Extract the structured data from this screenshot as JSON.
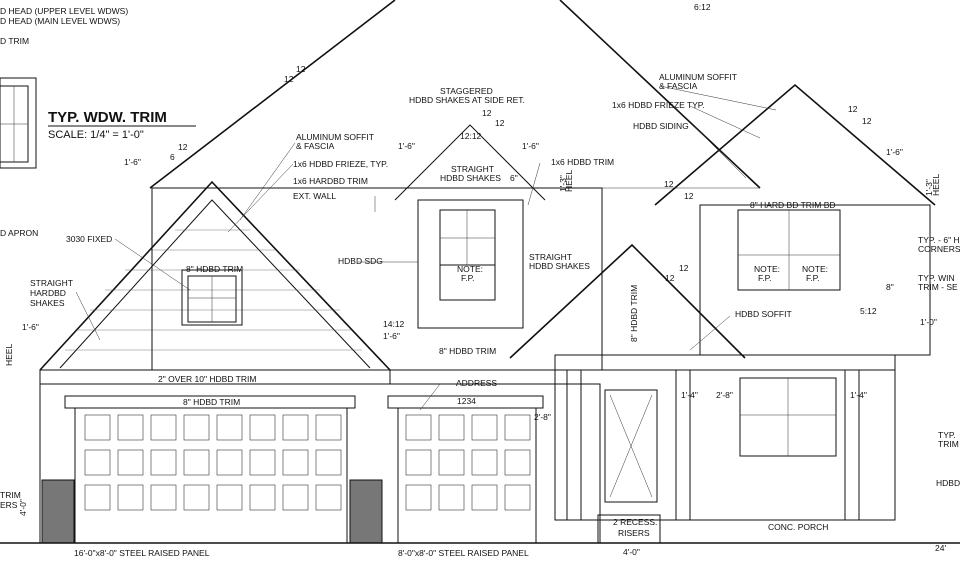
{
  "drawing": {
    "title": "TYP. WDW. TRIM",
    "scale": "SCALE: 1/4\" = 1'-0\"",
    "top_notes": [
      "D HEAD (UPPER LEVEL WDWS)",
      "D HEAD (MAIN LEVEL WDWS)",
      "D TRIM"
    ],
    "labels": {
      "pitch_6_12": "6:12",
      "apron": "D APRON",
      "fixed_3030": "3030 FIXED",
      "straight_hardbd_1": "STRAIGHT",
      "straight_hardbd_2": "HARDBD",
      "straight_hardbd_3": "SHAKES",
      "hdbd_trim_8_gable": "8\" HDBD TRIM",
      "over_trim": "2\" OVER 10\" HDBD TRIM",
      "hdbd_trim_8_garage": "8\" HDBD TRIM",
      "garage_door_1": "16'-0\"x8'-0\" STEEL RAISED PANEL",
      "garage_door_2": "8'-0\"x8'-0\" STEEL RAISED PANEL",
      "trim_left": "TRIM",
      "risers_left": "ERS",
      "alum_soffit_l1": "ALUMINUM SOFFIT",
      "alum_soffit_l2": "& FASCIA",
      "frieze_typ": "1x6 HDBD FRIEZE, TYP.",
      "hardbd_trim": "1x6 HARDBD TRIM",
      "ext_wall": "EXT. WALL",
      "hdbd_sdg": "HDBD SDG",
      "staggered_1": "STAGGERED",
      "staggered_2": "HDBD SHAKES AT SIDE RET.",
      "pitch_12_12": "12:12",
      "straight_shakes_dormer_1": "STRAIGHT",
      "straight_shakes_dormer_2": "HDBD SHAKES",
      "trim_1x6": "1x6 HDBD TRIM",
      "note_fp_1": "NOTE:",
      "note_fp_2": "F.P.",
      "straight_shakes_porch_1": "STRAIGHT",
      "straight_shakes_porch_2": "HDBD SHAKES",
      "hdbd_trim_8_porch": "8\" HDBD TRIM",
      "pitch_14_12": "14:12",
      "address": "ADDRESS",
      "address_num": "1234",
      "trim_8_vert": "8\" HDBD TRIM",
      "hdbd_soffit": "HDBD SOFFIT",
      "recess_1": "2 RECESS.",
      "recess_2": "RISERS",
      "dim_4_0": "4'-0\"",
      "conc_porch": "CONC. PORCH",
      "alum_soffit_r1": "ALUMINUM SOFFIT",
      "alum_soffit_r2": "& FASCIA",
      "frieze_typ_r": "1x6 HDBD FRIEZE TYP.",
      "hdbd_siding": "HDBD SIDING",
      "hard_bd_trim_8": "8\" HARD BD TRIM BD",
      "typ_corners_1": "TYP. - 6\" H",
      "typ_corners_2": "CORNERS",
      "typ_wind_1": "TYP. WIN",
      "typ_wind_2": "TRIM - SE",
      "pitch_5_12": "5:12",
      "typ_trim_1": "TYP.",
      "typ_trim_2": "TRIM",
      "hdbd_right": "HDBD",
      "dim_24": "24'",
      "heel": "HEEL",
      "heel_dim": "1'-3\"",
      "dim_1_6": "1'-6\"",
      "dim_6": "6\"",
      "dim_8": "8\"",
      "dim_1_0": "1'-0\"",
      "dim_2_8": "2'-8\"",
      "dim_1_4": "1'-4\"",
      "dim_4_0_left": "4'-0\"",
      "pitch_12": "12",
      "pitch_6": "6"
    }
  }
}
